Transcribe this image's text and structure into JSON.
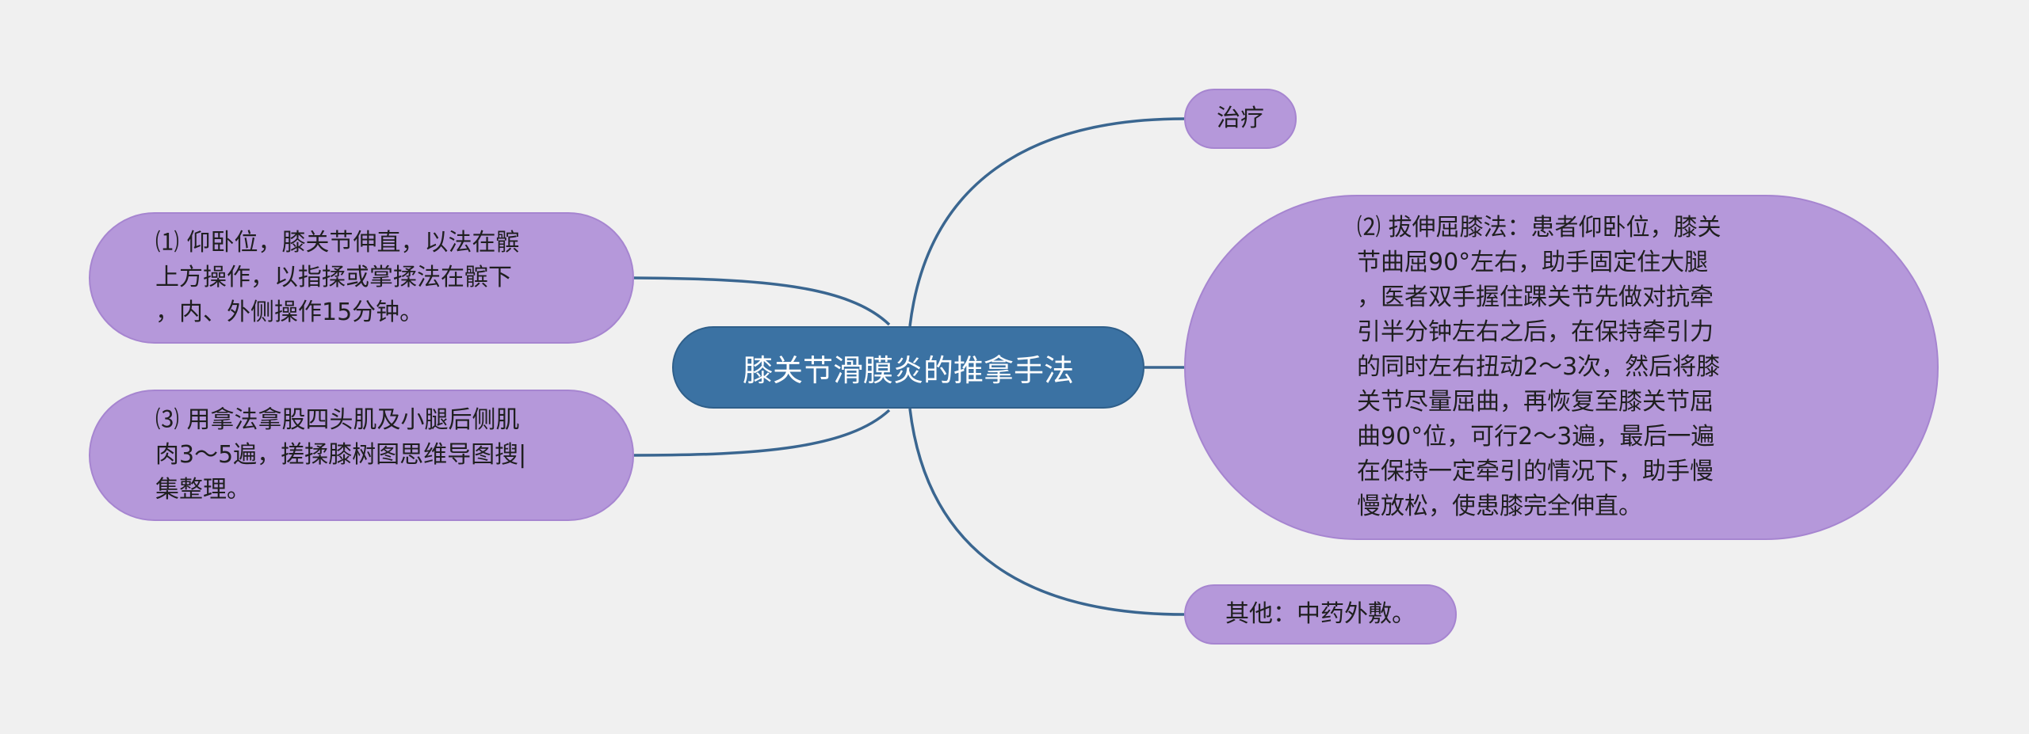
{
  "mindmap": {
    "central": {
      "label": "膝关节滑膜炎的推拿手法"
    },
    "branches": [
      {
        "id": "zhiliao",
        "side": "right",
        "label": "治疗"
      },
      {
        "id": "step2",
        "side": "right",
        "label": "⑵ 拔伸屈膝法：患者仰卧位，膝关\n节曲屈90°左右，助手固定住大腿\n，医者双手握住踝关节先做对抗牵\n引半分钟左右之后，在保持牵引力\n的同时左右扭动2～3次，然后将膝\n关节尽量屈曲，再恢复至膝关节屈\n曲90°位，可行2～3遍，最后一遍\n在保持一定牵引的情况下，助手慢\n慢放松，使患膝完全伸直。"
      },
      {
        "id": "qita",
        "side": "right",
        "label": "其他：中药外敷。"
      },
      {
        "id": "step1",
        "side": "left",
        "label": "⑴ 仰卧位，膝关节伸直，以法在髌\n上方操作，以指揉或掌揉法在髌下\n，内、外侧操作15分钟。"
      },
      {
        "id": "step3",
        "side": "left",
        "label": "⑶ 用拿法拿股四头肌及小腿后侧肌\n肉3～5遍，搓揉膝树图思维导图搜|\n集整理。"
      }
    ]
  },
  "colors": {
    "background": "#f0f0f0",
    "central_fill": "#3b72a3",
    "leaf_fill": "#b598da",
    "connector": "#3a6690"
  }
}
